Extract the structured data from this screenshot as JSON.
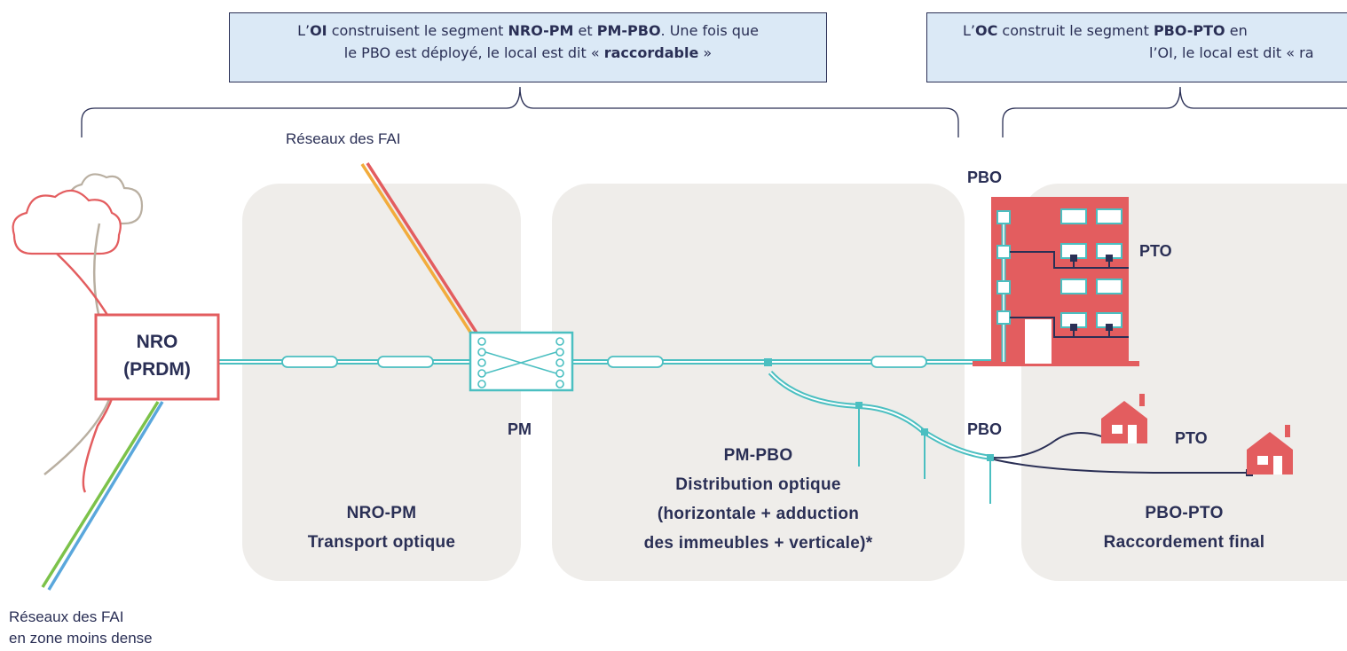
{
  "callouts": {
    "oi": {
      "line1_pre": "L’",
      "line1_b1": "OI",
      "line1_mid": " construisent le segment ",
      "line1_b2": "NRO-PM",
      "line1_mid2": " et ",
      "line1_b3": "PM-PBO",
      "line1_post": ". Une fois que",
      "line2_pre": "le PBO est déployé, le local est dit « ",
      "line2_b": "raccordable",
      "line2_post": " »"
    },
    "oc": {
      "line1_pre": "L’",
      "line1_b1": "OC",
      "line1_mid": " construit le segment ",
      "line1_b2": "PBO-PTO",
      "line1_post": " en",
      "line2": "l’OI, le local est dit « ra"
    }
  },
  "labels": {
    "fai_top": "Réseaux des FAI",
    "fai_bottom_1": "Réseaux des FAI",
    "fai_bottom_2": "en zone moins dense",
    "nro_1": "NRO",
    "nro_2": "(PRDM)",
    "pm": "PM",
    "pbo_building": "PBO",
    "pto_building": "PTO",
    "pbo_houses": "PBO",
    "pto_houses": "PTO"
  },
  "segments": {
    "nro_pm": {
      "title": "NRO-PM",
      "subtitle": "Transport optique"
    },
    "pm_pbo": {
      "title": "PM-PBO",
      "line2": "Distribution optique",
      "line3": "(horizontale + adduction",
      "line4": "des immeubles + verticale)*"
    },
    "pbo_pto": {
      "title": "PBO-PTO",
      "subtitle": "Raccordement final"
    }
  },
  "colors": {
    "navy": "#2a2f55",
    "teal": "#4bbfc1",
    "red": "#e35d5f",
    "orange": "#f2ac3c",
    "green": "#7cc24a",
    "blue": "#5aa7dc",
    "beige": "#b9afa1",
    "panel": "#efedea",
    "callout_bg": "#dbe9f6"
  }
}
